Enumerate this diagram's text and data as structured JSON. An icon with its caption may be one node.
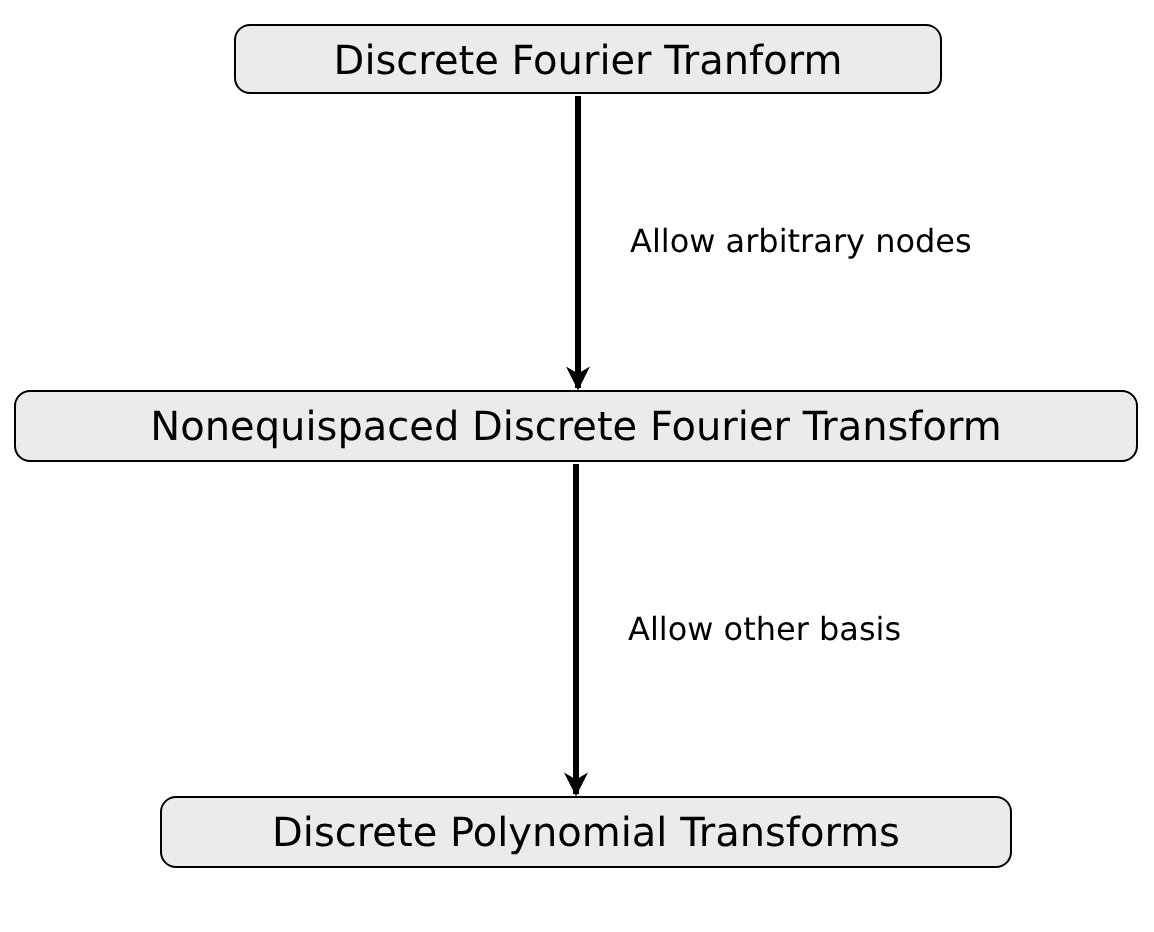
{
  "diagram": {
    "nodes": [
      {
        "text": [
          "Discrete Fourier Tranform"
        ]
      },
      {
        "text": [
          "Nonequispaced Discrete Fourier Transform"
        ]
      },
      {
        "text": [
          "Discrete Polynomial Transforms"
        ]
      }
    ],
    "edges": [
      {
        "from": 0,
        "to": 1,
        "arrow": "to",
        "label": "Allow arbitrary nodes"
      },
      {
        "from": 1,
        "to": 2,
        "arrow": "to",
        "label": "Allow other basis"
      }
    ]
  }
}
